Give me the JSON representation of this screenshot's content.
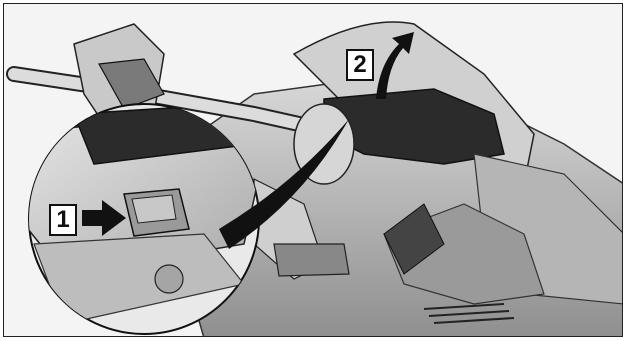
{
  "callouts": [
    {
      "number": "1",
      "action": "push-latch-arrow"
    },
    {
      "number": "2",
      "action": "lift-up-arrow"
    }
  ],
  "colors": {
    "background": "#f4f4f4",
    "line": "#1a1a1a",
    "dark_fill": "#2b2b2b",
    "mid_fill": "#8a8a8a",
    "light_fill": "#cfcfcf"
  }
}
